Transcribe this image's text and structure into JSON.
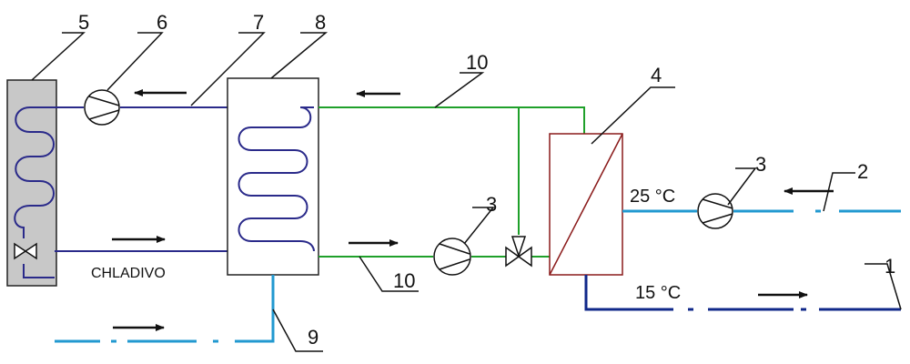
{
  "colors": {
    "refrigerant": "#2a2a8a",
    "water_loop": "#1fa02a",
    "cold_line": "#10288a",
    "light_line": "#2299d0",
    "hx": "#8a1a1a",
    "condenser_fill": "#c8c8c8"
  },
  "labels": {
    "l1": "1",
    "l2": "2",
    "l3a": "3",
    "l3b": "3",
    "l4": "4",
    "l5": "5",
    "l6": "6",
    "l7": "7",
    "l8": "8",
    "l9": "9",
    "l10a": "10",
    "l10b": "10"
  },
  "text": {
    "refrigerant": "CHLADIVO",
    "temp_in": "25 °C",
    "temp_out": "15 °C"
  },
  "icons": [
    "pump-icon",
    "expansion-valve-icon",
    "flow-arrow-icon"
  ]
}
